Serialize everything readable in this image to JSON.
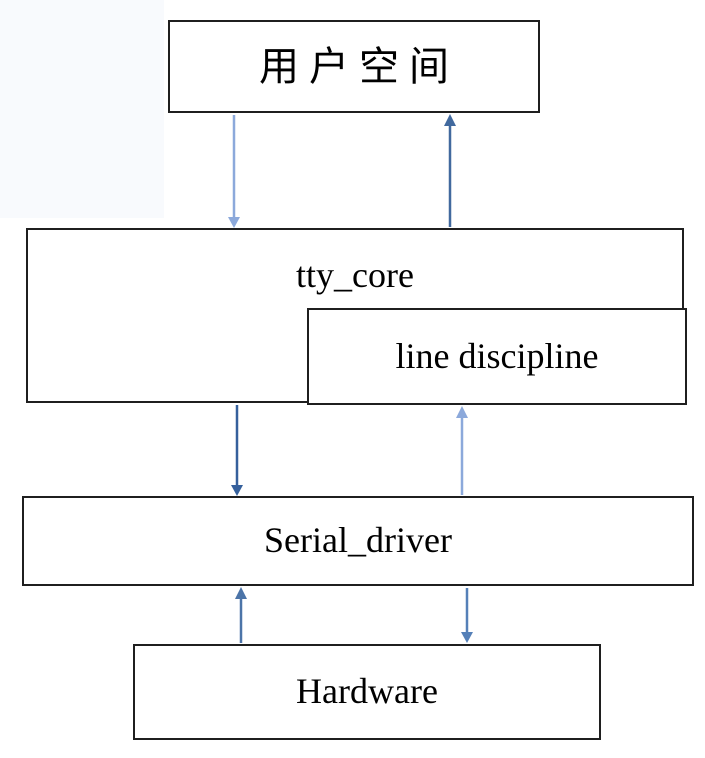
{
  "diagram": {
    "title": "tty serial driver architecture",
    "boxes": {
      "user_space": {
        "label": "用户空间"
      },
      "tty_core": {
        "label": "tty_core"
      },
      "line_discipline": {
        "label": "line discipline"
      },
      "serial_driver": {
        "label": "Serial_driver"
      },
      "hardware": {
        "label": "Hardware"
      }
    },
    "colors": {
      "background": "#ffffff",
      "top_left_tint": "#f8fafd",
      "box_border": "#1f1f1f",
      "box_fill": "#ffffff",
      "text": "#000000"
    },
    "arrows": [
      {
        "name": "user-space-to-tty-core",
        "direction": "down",
        "color": "#8ca9db"
      },
      {
        "name": "tty-core-to-user-space",
        "direction": "up",
        "color": "#41699e"
      },
      {
        "name": "tty-core-to-serial-driver",
        "direction": "down",
        "color": "#35609c"
      },
      {
        "name": "serial-driver-to-line-discipline",
        "direction": "up",
        "color": "#8ca9db"
      },
      {
        "name": "hardware-to-serial-driver",
        "direction": "up",
        "color": "#4c74a8"
      },
      {
        "name": "serial-driver-to-hardware",
        "direction": "down",
        "color": "#5580b8"
      }
    ]
  }
}
